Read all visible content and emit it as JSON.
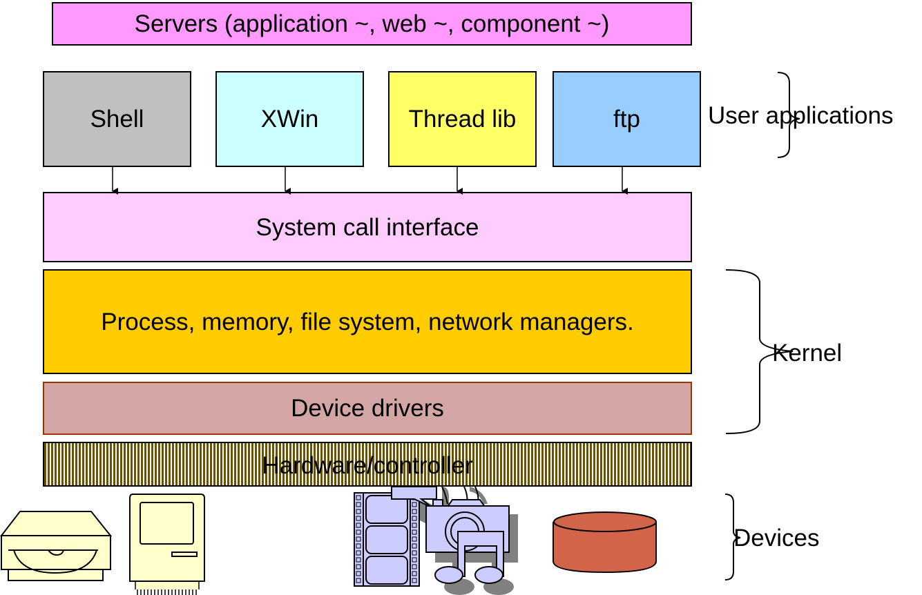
{
  "diagram": {
    "title": "Operating system layered architecture",
    "layers": {
      "servers": {
        "label": "Servers (application ~, web ~, component ~)",
        "color": "#ff99ff"
      },
      "user_apps": [
        {
          "label": "Shell",
          "color": "#c0c0c0"
        },
        {
          "label": "XWin",
          "color": "#ccffff"
        },
        {
          "label": "Thread lib",
          "color": "#ffff66"
        },
        {
          "label": "ftp",
          "color": "#99ccff"
        }
      ],
      "system_call": {
        "label": "System call interface",
        "color": "#ffccff"
      },
      "managers": {
        "label": "Process, memory, file system, network managers.",
        "color": "#ffcc00"
      },
      "device_drivers": {
        "label": "Device drivers",
        "color": "#d4a5a5"
      },
      "hardware": {
        "label": "Hardware/controller",
        "color": "#6b5200"
      }
    },
    "groups": {
      "user_applications": "User applications",
      "kernel": "Kernel",
      "devices": "Devices"
    },
    "devices": [
      {
        "name": "disk-drive",
        "color": "#ffffcc"
      },
      {
        "name": "computer",
        "color": "#ffffcc"
      },
      {
        "name": "multimedia",
        "color": "#ccccff"
      },
      {
        "name": "storage-cylinder",
        "color": "#d2644a"
      }
    ],
    "edges": [
      {
        "from": "Shell",
        "to": "System call interface"
      },
      {
        "from": "XWin",
        "to": "System call interface"
      },
      {
        "from": "Thread lib",
        "to": "System call interface"
      },
      {
        "from": "ftp",
        "to": "System call interface"
      }
    ]
  }
}
